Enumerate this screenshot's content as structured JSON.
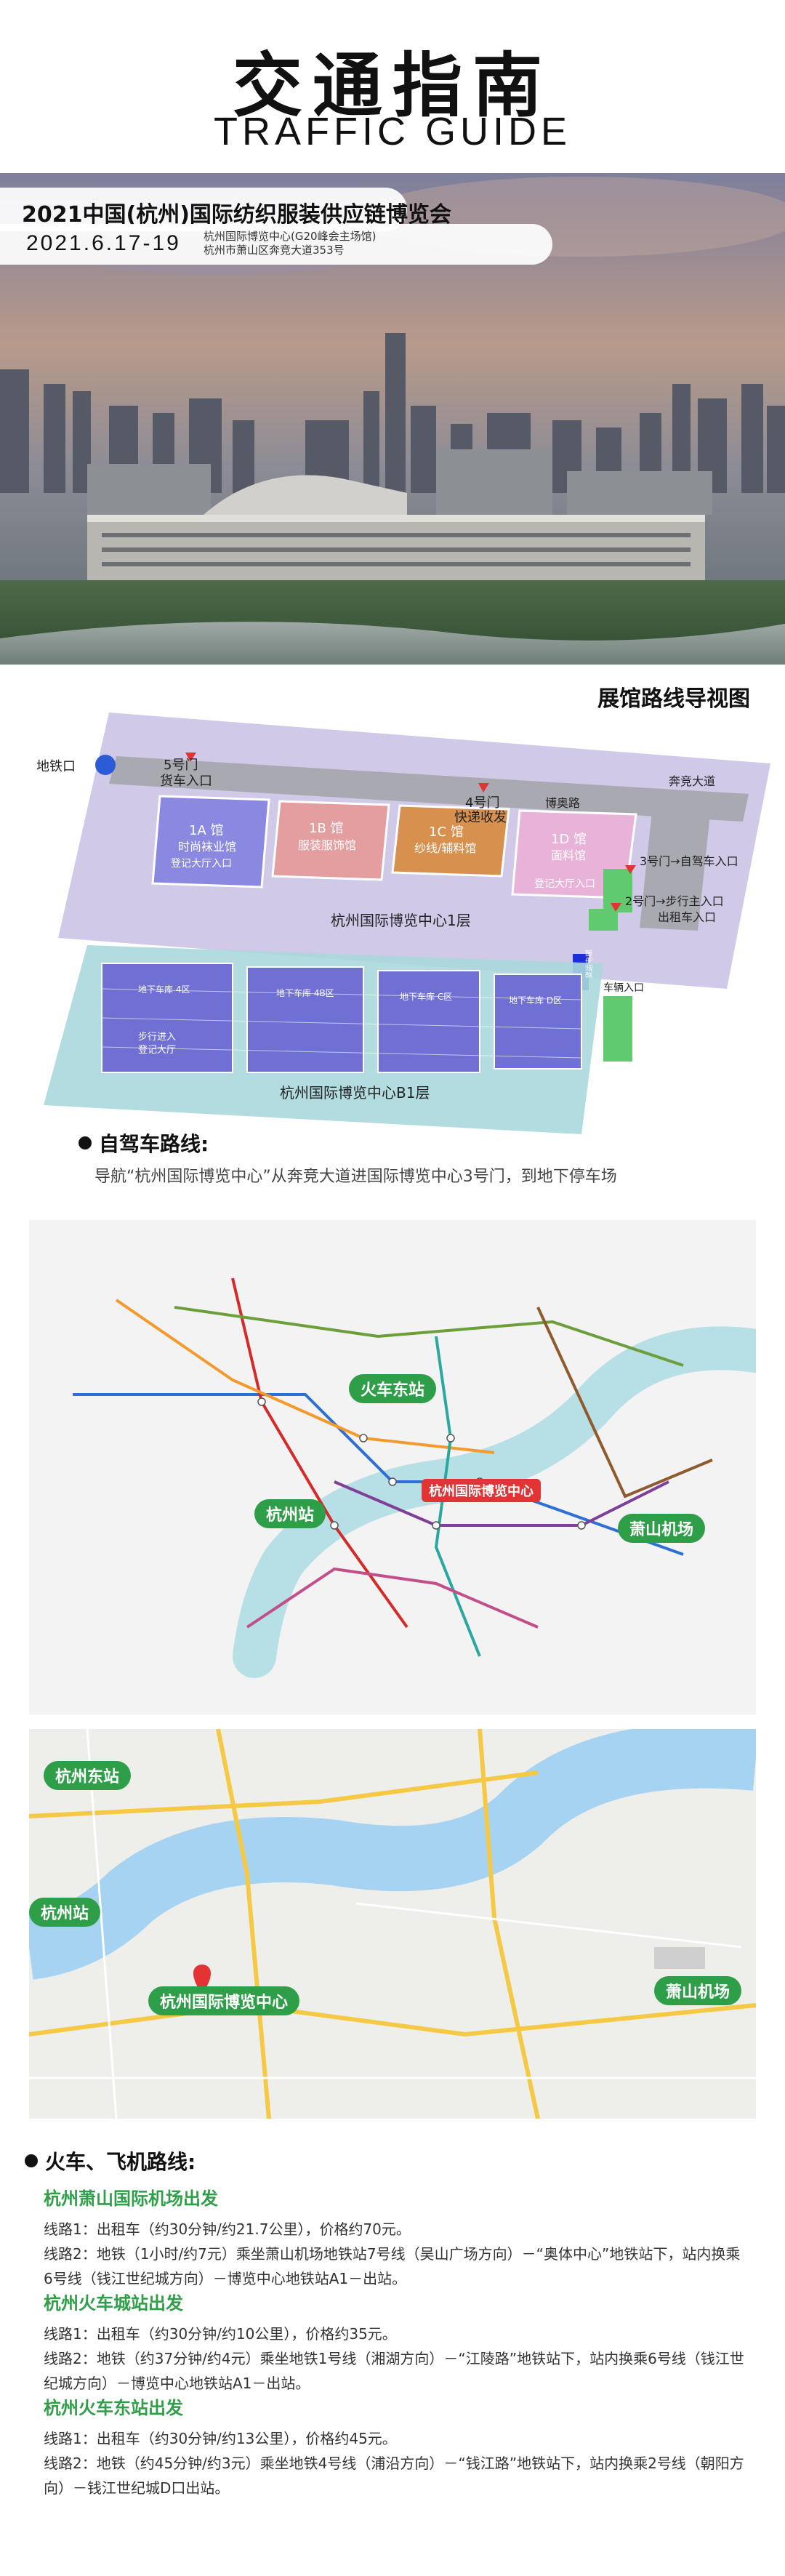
{
  "header": {
    "title_cn": "交通指南",
    "title_en": "TRAFFIC GUIDE"
  },
  "hero": {
    "expo_name": "2021中国(杭州)国际纺织服装供应链博览会",
    "date": "2021.6.17-19",
    "venue_line1": "杭州国际博览中心(G20峰会主场馆)",
    "venue_line2": "杭州市萧山区奔竞大道353号"
  },
  "hall_map": {
    "heading": "展馆路线导视图",
    "metro_entrance": "地铁口",
    "gate5_line1": "5号门",
    "gate5_line2": "货车入口",
    "gate4_line1": "4号门",
    "gate4_line2": "快递收发",
    "road_bo_ao": "博奥路",
    "road_ben_jing": "奔竞大道",
    "gate3": "3号门→自驾车入口",
    "gate2_line1": "2号门→步行主入口",
    "gate2_line2": "出租车入口",
    "hall_1a_code": "1A 馆",
    "hall_1a_name": "时尚袜业馆",
    "hall_1a_sub": "登记大厅入口",
    "hall_1b_code": "1B 馆",
    "hall_1b_name": "服装服饰馆",
    "hall_1c_code": "1C 馆",
    "hall_1c_name": "纱线/辅料馆",
    "hall_1d_code": "1D 馆",
    "hall_1d_name": "面料馆",
    "hall_1d_sub": "登记大厅入口",
    "floor1": "杭州国际博览中心1层",
    "elevator": "货运电梯",
    "car_entrance": "车辆入口",
    "p4a": "地下车库 4区",
    "p4b": "地下车库 4B区",
    "p4c": "地下车库 C区",
    "p4d": "地下车库 D区",
    "walk_entrance_line1": "步行进入",
    "walk_entrance_line2": "登记大厅",
    "floor_b1": "杭州国际博览中心B1层"
  },
  "self_drive": {
    "title": "自驾车路线:",
    "text": "导航“杭州国际博览中心”从奔竞大道进国际博览中心3号门，到地下停车场"
  },
  "metro_map": {
    "east_station": "火车东站",
    "city_station": "杭州站",
    "expo_center": "杭州国际博览中心",
    "airport": "萧山机场"
  },
  "road_map": {
    "east_station": "杭州东站",
    "city_station": "杭州站",
    "expo_center": "杭州国际博览中心",
    "airport": "萧山机场"
  },
  "routes": {
    "title": "火车、飞机路线:",
    "airport": {
      "title": "杭州萧山国际机场出发",
      "line1": "线路1：出租车（约30分钟/约21.7公里），价格约70元。",
      "line2a": "线路2：地铁（1小时/约7元）乘坐萧山机场地铁站7号线（吴山广场方向）－“奥体中心”地铁站下，站内换乘",
      "line2b": "6号线（钱江世纪城方向）－博览中心地铁站A1－出站。"
    },
    "city": {
      "title": "杭州火车城站出发",
      "line1": "线路1：出租车（约30分钟/约10公里），价格约35元。",
      "line2a": "线路2：地铁（约37分钟/约4元）乘坐地铁1号线（湘湖方向）－“江陵路”地铁站下，站内换乘6号线（钱江世",
      "line2b": "纪城方向）－博览中心地铁站A1－出站。"
    },
    "east": {
      "title": "杭州火车东站出发",
      "line1": "线路1：出租车（约30分钟/约13公里），价格约45元。",
      "line2a": "线路2：地铁（约45分钟/约3元）乘坐地铁4号线（浦沿方向）－“钱江路”地铁站下，站内换乘2号线（朝阳方",
      "line2b": "向）－钱江世纪城D口出站。"
    }
  },
  "colors": {
    "accent_green": "#2f9e48",
    "accent_red": "#e23434"
  }
}
